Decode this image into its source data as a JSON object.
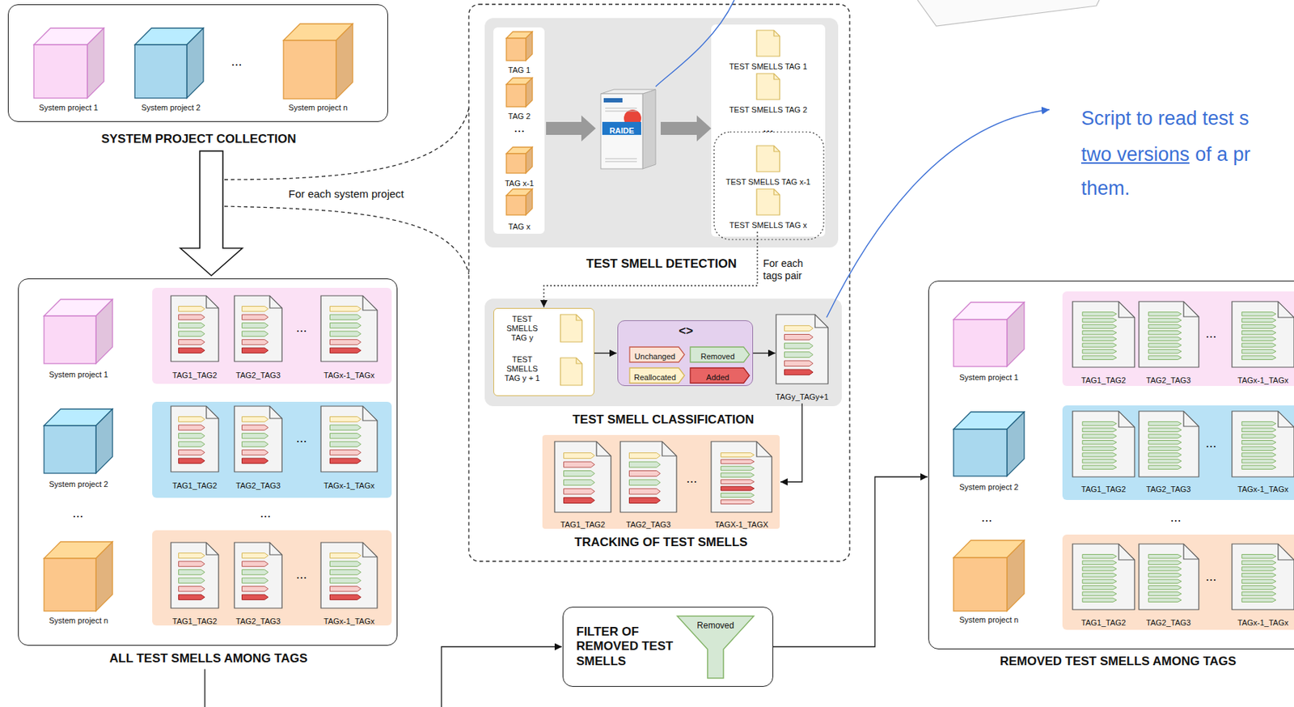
{
  "diagram": {
    "nodes": [
      {
        "text": [
          "SYSTEM PROJECT COLLECTION"
        ]
      },
      {
        "text": [
          "System project 1"
        ],
        "in": 0
      },
      {
        "text": [
          "System project 2"
        ],
        "in": 0
      },
      {
        "text": [
          "System project n"
        ],
        "in": 0
      },
      {
        "text": [
          "ALL TEST SMELLS AMONG TAGS"
        ]
      },
      {
        "text": [
          "System project 1"
        ],
        "in": 4
      },
      {
        "text": [
          "System project 2"
        ],
        "in": 4
      },
      {
        "text": [
          "System project n"
        ],
        "in": 4
      },
      {
        "text": [
          "TEST SMELL DETECTION"
        ]
      },
      {
        "text": [
          "TAG 1"
        ],
        "in": 8
      },
      {
        "text": [
          "TAG 2"
        ],
        "in": 8
      },
      {
        "text": [
          "TAG x-1"
        ],
        "in": 8
      },
      {
        "text": [
          "TAG x"
        ],
        "in": 8
      },
      {
        "text": [
          "RAIDE"
        ],
        "in": 8
      },
      {
        "text": [
          "TEST SMELLS TAG 1"
        ],
        "in": 8
      },
      {
        "text": [
          "TEST SMELLS TAG 2"
        ],
        "in": 8
      },
      {
        "text": [
          "TEST SMELLS TAG x-1"
        ],
        "in": 8
      },
      {
        "text": [
          "TEST SMELLS TAG x"
        ],
        "in": 8
      },
      {
        "text": [
          "TEST SMELL CLASSIFICATION"
        ]
      },
      {
        "text": [
          "TEST SMELLS TAG y",
          "TEST SMELLS TAG y + 1"
        ],
        "in": 18
      },
      {
        "text": [
          "<>"
        ],
        "in": 18
      },
      {
        "text": [
          "Unchanged"
        ],
        "in": 20
      },
      {
        "text": [
          "Removed"
        ],
        "in": 20
      },
      {
        "text": [
          "Reallocated"
        ],
        "in": 20
      },
      {
        "text": [
          "Added"
        ],
        "in": 20
      },
      {
        "text": [
          "TAGy_TAGy+1"
        ],
        "in": 18
      },
      {
        "text": [
          "TRACKING OF TEST SMELLS"
        ]
      },
      {
        "text": [
          "FILTER OF REMOVED TEST SMELLS",
          "Removed"
        ]
      },
      {
        "text": [
          "REMOVED TEST SMELLS AMONG TAGS"
        ]
      },
      {
        "text": [
          "System project 1"
        ],
        "in": 28
      },
      {
        "text": [
          "System project 2"
        ],
        "in": 28
      },
      {
        "text": [
          "System project n"
        ],
        "in": 28
      }
    ],
    "edges": [
      {
        "from": 0,
        "to": 4,
        "arrow": "to"
      },
      {
        "from": 17,
        "to": 19,
        "label": "For each tags pair",
        "arrow": "to"
      },
      {
        "from": 19,
        "to": 20,
        "arrow": "to"
      },
      {
        "from": 20,
        "to": 25,
        "arrow": "to"
      },
      {
        "from": 25,
        "to": 26,
        "arrow": "to"
      },
      {
        "from": 4,
        "to": 27,
        "arrow": "to"
      },
      {
        "from": 27,
        "to": 28,
        "arrow": "to"
      }
    ],
    "labels": [
      "...",
      "For each system project",
      "TAG1_TAG2",
      "TAG2_TAG3",
      "...",
      "TAGx-1_TAGx",
      "TAG1_TAG2",
      "TAG2_TAG3",
      "...",
      "TAGx-1_TAGx",
      "...",
      "...",
      "TAG1_TAG2",
      "TAG2_TAG3",
      "...",
      "TAGx-1_TAGx",
      "...",
      "...",
      "TAG1_TAG2",
      "TAG2_TAG3",
      "...",
      "TAGX-1_TAGX",
      "Script to read test s",
      "two versions",
      "of a pr",
      "them.",
      "TAG1_TAG2",
      "TAG2_TAG3",
      "...",
      "TAGx-1_TAGx",
      "TAG1_TAG2",
      "TAG2_TAG3",
      "...",
      "TAGx-1_TAGx",
      "...",
      "...",
      "TAG1_TAG2",
      "TAG2_TAG3",
      "...",
      "TAGx-1_TAGx"
    ]
  }
}
